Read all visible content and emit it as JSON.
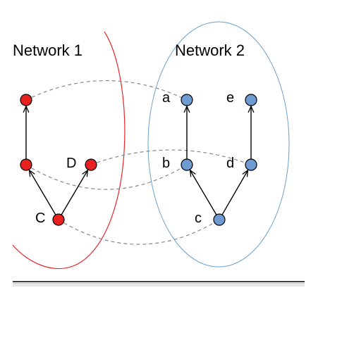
{
  "networks": [
    {
      "title": "Network 1",
      "outline_color": "#e8262a"
    },
    {
      "title": "Network 2",
      "outline_color": "#6aa0cc"
    }
  ],
  "node_colors": {
    "network1": "#e82020",
    "network2": "#6e9bd2"
  },
  "edge_color": "#000000",
  "alignment_color": "#888888",
  "network1": {
    "nodes": [
      {
        "id": "n1_top",
        "label": ""
      },
      {
        "id": "n1_mid",
        "label": ""
      },
      {
        "id": "n1_D",
        "label": "D"
      },
      {
        "id": "n1_C",
        "label": "C"
      }
    ],
    "edges": [
      {
        "from": "n1_mid",
        "to": "n1_top"
      },
      {
        "from": "n1_C",
        "to": "n1_mid"
      },
      {
        "from": "n1_C",
        "to": "n1_D"
      }
    ]
  },
  "network2": {
    "nodes": [
      {
        "id": "a",
        "label": "a"
      },
      {
        "id": "e",
        "label": "e"
      },
      {
        "id": "b",
        "label": "b"
      },
      {
        "id": "d",
        "label": "d"
      },
      {
        "id": "c",
        "label": "c"
      }
    ],
    "edges": [
      {
        "from": "b",
        "to": "a"
      },
      {
        "from": "d",
        "to": "e"
      },
      {
        "from": "c",
        "to": "b"
      },
      {
        "from": "c",
        "to": "d"
      }
    ]
  },
  "alignments": [
    {
      "from": "n1_top",
      "to": "a"
    },
    {
      "from": "n1_D",
      "to": "d"
    },
    {
      "from": "n1_mid",
      "to": "b"
    },
    {
      "from": "n1_C",
      "to": "c"
    }
  ]
}
